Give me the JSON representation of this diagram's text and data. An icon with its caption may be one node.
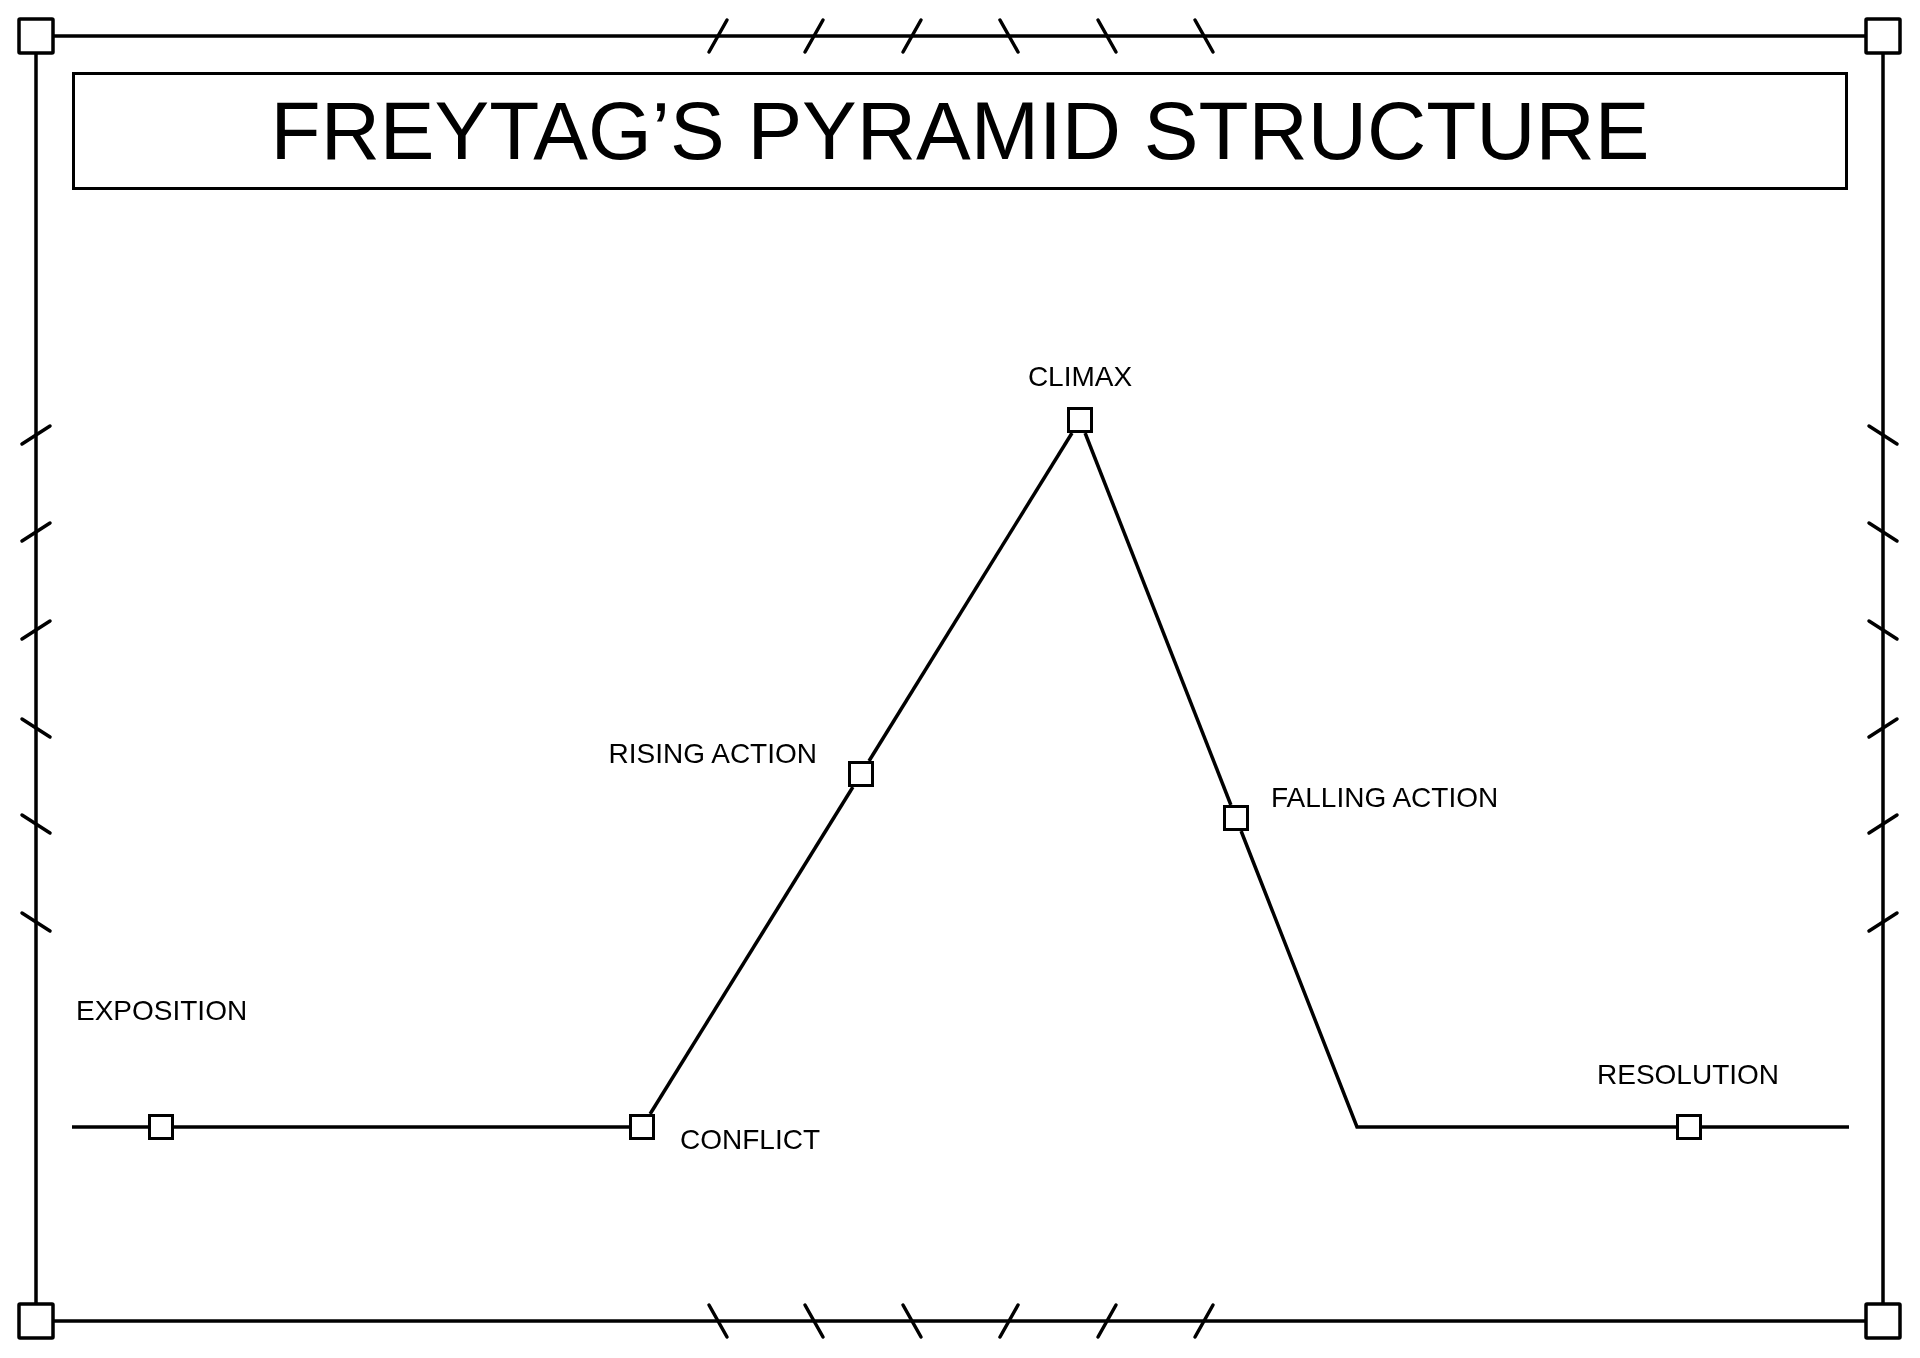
{
  "diagram": {
    "title": "FREYTAG’S PYRAMID STRUCTURE",
    "nodes": [
      {
        "text": [],
        "shape": "box",
        "beside": [
          "EXPOSITION"
        ]
      },
      {
        "text": [],
        "shape": "box",
        "beside": [
          "CONFLICT"
        ]
      },
      {
        "text": [],
        "shape": "box",
        "beside": [
          "RISING ACTION"
        ]
      },
      {
        "text": [],
        "shape": "box",
        "beside": [
          "CLIMAX"
        ]
      },
      {
        "text": [],
        "shape": "box",
        "beside": [
          "FALLING ACTION"
        ]
      },
      {
        "text": [],
        "shape": "box",
        "beside": [
          "RESOLUTION"
        ]
      }
    ],
    "edges": [
      {
        "from": null,
        "to": 0,
        "arrow": "none"
      },
      {
        "from": 0,
        "to": 1,
        "arrow": "none"
      },
      {
        "from": 1,
        "to": 2,
        "arrow": "none"
      },
      {
        "from": 2,
        "to": 3,
        "arrow": "none"
      },
      {
        "from": 3,
        "to": 4,
        "arrow": "none"
      },
      {
        "from": 4,
        "to": 5,
        "arrow": "none"
      },
      {
        "from": 5,
        "to": null,
        "arrow": "none"
      }
    ]
  }
}
